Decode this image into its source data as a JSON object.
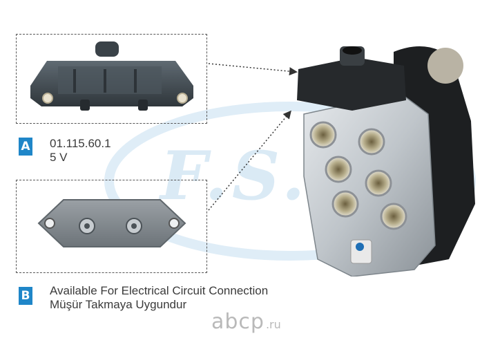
{
  "watermark": {
    "text": "F.S.S",
    "color": "#d5e7f3"
  },
  "section_a": {
    "badge": "A",
    "part_number": "01.115.60.1",
    "voltage": "5 V",
    "badge_color": "#1f86c8"
  },
  "section_b": {
    "badge": "B",
    "line1": "Available For Electrical Circuit Connection",
    "line2": "Müşür Takmaya Uygundur",
    "badge_color": "#1f86c8"
  },
  "branding": {
    "logo_text": "abcp",
    "domain": ".ru"
  },
  "icons": {
    "connector_a": "electrical-connector-icon",
    "cover_plate_b": "cover-plate-icon",
    "valve": "protection-valve-icon"
  }
}
